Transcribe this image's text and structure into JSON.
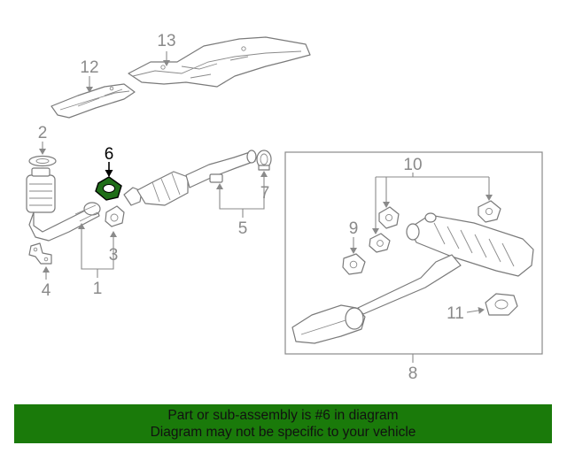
{
  "diagram": {
    "callouts": [
      "1",
      "2",
      "3",
      "4",
      "5",
      "6",
      "7",
      "8",
      "9",
      "10",
      "11",
      "12",
      "13"
    ],
    "highlighted_callout": "6"
  },
  "banner": {
    "line1": "Part or sub-assembly is #6 in diagram",
    "line2": "Diagram may not be specific to your vehicle",
    "background": "#1a7a0a"
  }
}
